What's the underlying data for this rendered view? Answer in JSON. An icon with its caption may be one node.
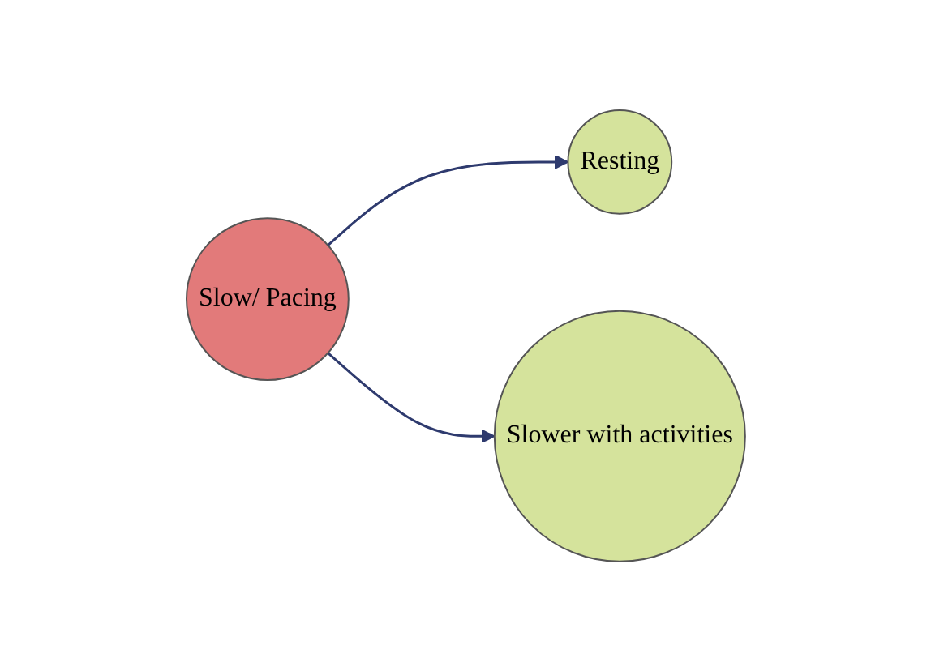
{
  "diagram": {
    "nodes": [
      {
        "text": [
          "Slow/ Pacing"
        ]
      },
      {
        "text": [
          "Resting"
        ]
      },
      {
        "text": [
          "Slower with activities"
        ]
      }
    ],
    "edges": [
      {
        "from": 0,
        "to": 1,
        "arrow": "to"
      },
      {
        "from": 0,
        "to": 2,
        "arrow": "to"
      }
    ]
  }
}
